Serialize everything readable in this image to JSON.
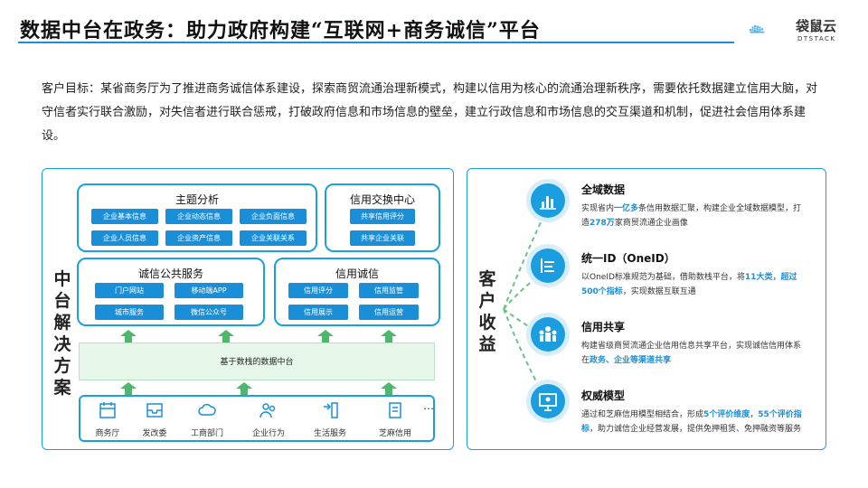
{
  "header": {
    "title": "数据中台在政务：助力政府构建“互联网+商务诚信”平台",
    "logo_text": "袋鼠云",
    "logo_sub": "DTSTACK"
  },
  "intro": "客户目标：某省商务厅为了推进商务诚信体系建设，探索商贸流通治理新模式，构建以信用为核心的流通治理新秩序，需要依托数据建立信用大脑，对守信者实行联合激励，对失信者进行联合惩戒，打破政府信息和市场信息的壁垒，建立行政信息和市场信息的交互渠道和机制，促进社会信用体系建设。",
  "solution": {
    "label": "中台解决方案",
    "theme_analysis": {
      "title": "主题分析",
      "chips": [
        "企业基本信息",
        "企业动态信息",
        "企业负面信息",
        "企业人员信息",
        "企业资产信息",
        "企业关联关系"
      ]
    },
    "credit_exchange": {
      "title": "信用交换中心",
      "chips": [
        "共享信用评分",
        "共享企业关联"
      ]
    },
    "public_service": {
      "title": "诚信公共服务",
      "chips": [
        "门户网站",
        "移动端APP",
        "城市服务",
        "微信公众号"
      ]
    },
    "credit_integrity": {
      "title": "信用诚信",
      "chips": [
        "信用评分",
        "信用监管",
        "信用展示",
        "信用运营"
      ]
    },
    "platform_label": "基于数栈的数据中台",
    "sources": [
      "商务厅",
      "发改委",
      "工商部门",
      "企业行为",
      "生活服务",
      "芝麻信用"
    ],
    "sources_more": "…"
  },
  "benefits": {
    "label": "客户收益",
    "items": [
      {
        "title": "全域数据",
        "icon": "bar-chart-icon",
        "parts": [
          "实现省内",
          "一亿多",
          "条信用数据汇聚，构建企业全域数据模型，打造",
          "278万",
          "家商贸流通企业画像"
        ]
      },
      {
        "title": "统一ID（OneID）",
        "icon": "list-icon",
        "parts": [
          "以OneID标准规范为基础，借助数栈平台，将",
          "11大类，超过500个指标",
          "，实现数据互联互通",
          "",
          ""
        ]
      },
      {
        "title": "信用共享",
        "icon": "people-icon",
        "parts": [
          "构建省级商贸流通企业信用信息共享平台，实现诚信信用体系在",
          "政务、企业等渠道共享",
          "",
          "",
          ""
        ]
      },
      {
        "title": "权威模型",
        "icon": "presentation-icon",
        "parts": [
          "通过和芝麻信用模型相结合，形成",
          "5个评价维度，55个评价指标",
          "，助力诚信企业经营发展，提供免押租赁、免押融资等服务",
          "",
          ""
        ]
      }
    ]
  },
  "colors": {
    "accent": "#1a8fd8",
    "border": "#1aa0e0",
    "platform": "#e6f6e9",
    "arrow": "#4cb86c"
  }
}
